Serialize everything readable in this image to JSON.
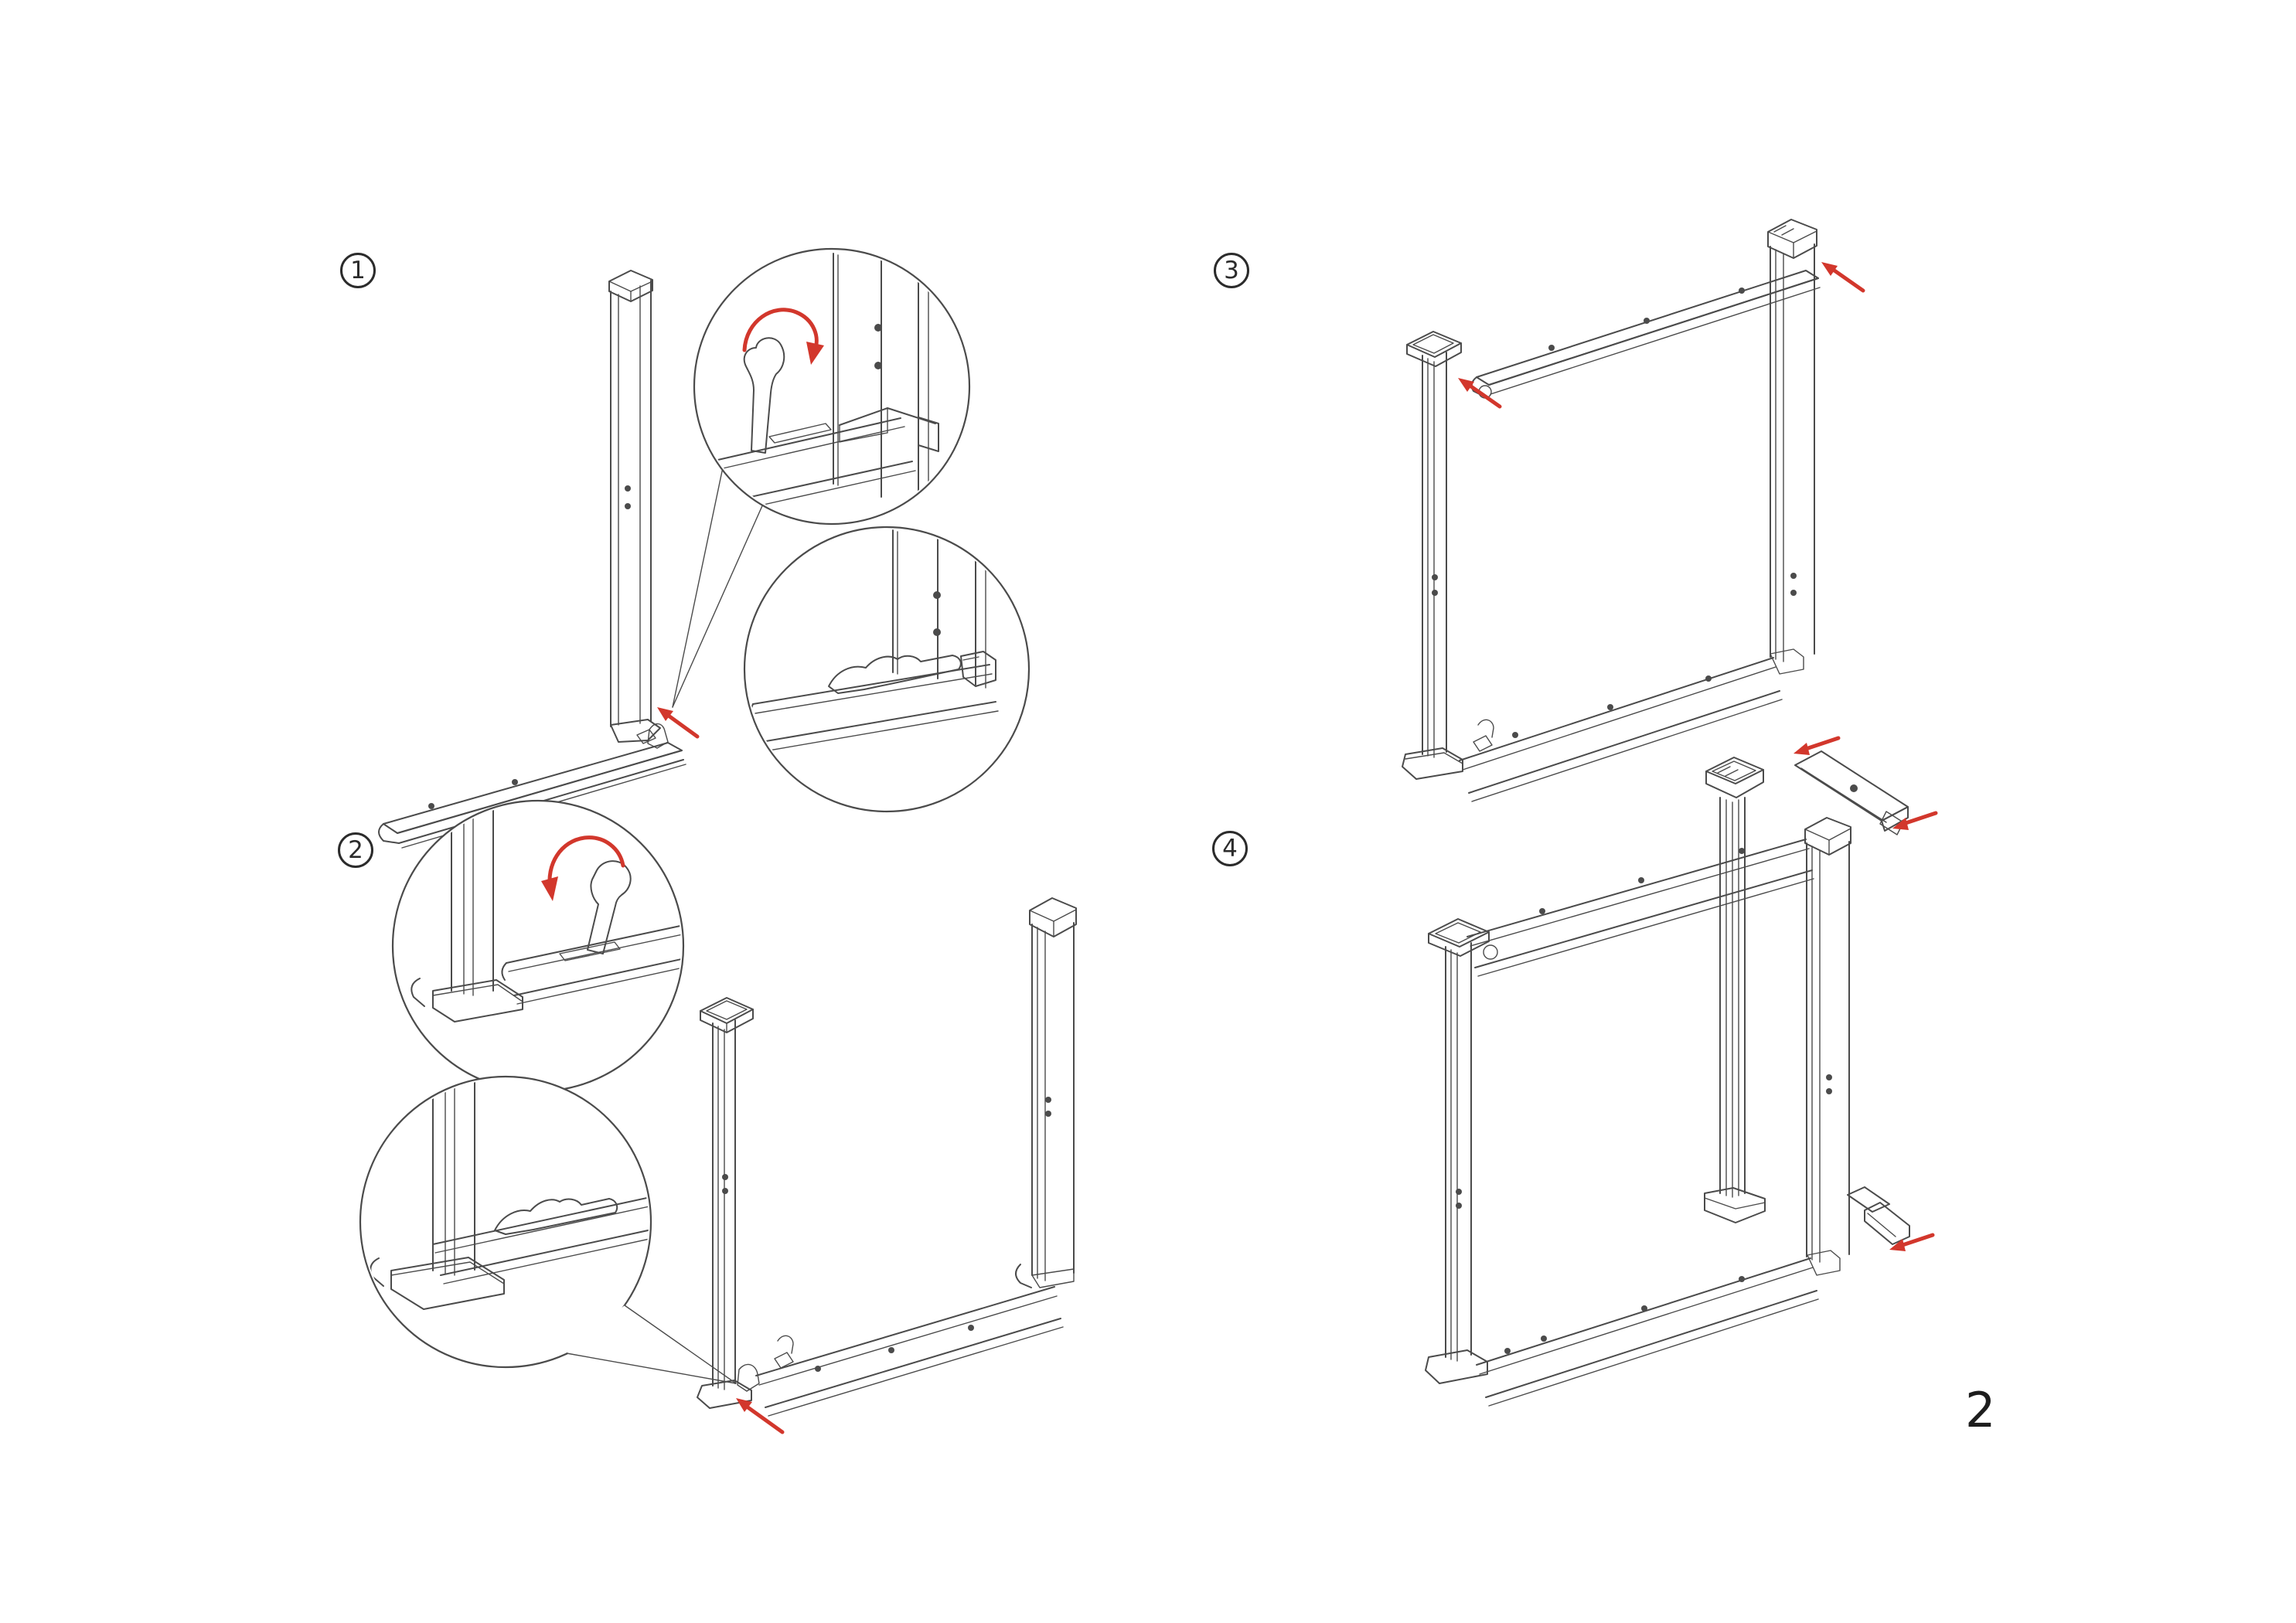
{
  "page": {
    "background": "#ffffff",
    "line_color": "#4b4b4b",
    "accent_color": "#d2372c",
    "text_color": "#2b2b2b",
    "page_number": "2"
  },
  "steps": [
    {
      "label": "1",
      "annotations": {
        "callout_circles": 2,
        "rotation_arrow": "clockwise",
        "direction_arrows": 1,
        "parts_shown": [
          "leg-column",
          "side-rail",
          "latch-lever-open",
          "latch-lever-locked"
        ]
      }
    },
    {
      "label": "2",
      "annotations": {
        "callout_circles": 2,
        "rotation_arrow": "counterclockwise",
        "direction_arrows": 1,
        "parts_shown": [
          "leg-column-with-top-plate",
          "frame-side",
          "latch-lever-open",
          "latch-lever-locked"
        ]
      }
    },
    {
      "label": "3",
      "annotations": {
        "callout_circles": 0,
        "direction_arrows": 2,
        "parts_shown": [
          "u-frame",
          "top-crossbar"
        ]
      }
    },
    {
      "label": "4",
      "annotations": {
        "callout_circles": 0,
        "direction_arrows": 3,
        "parts_shown": [
          "assembled-frame",
          "center-column",
          "mounting-bracket",
          "short-rail-piece"
        ]
      }
    }
  ]
}
